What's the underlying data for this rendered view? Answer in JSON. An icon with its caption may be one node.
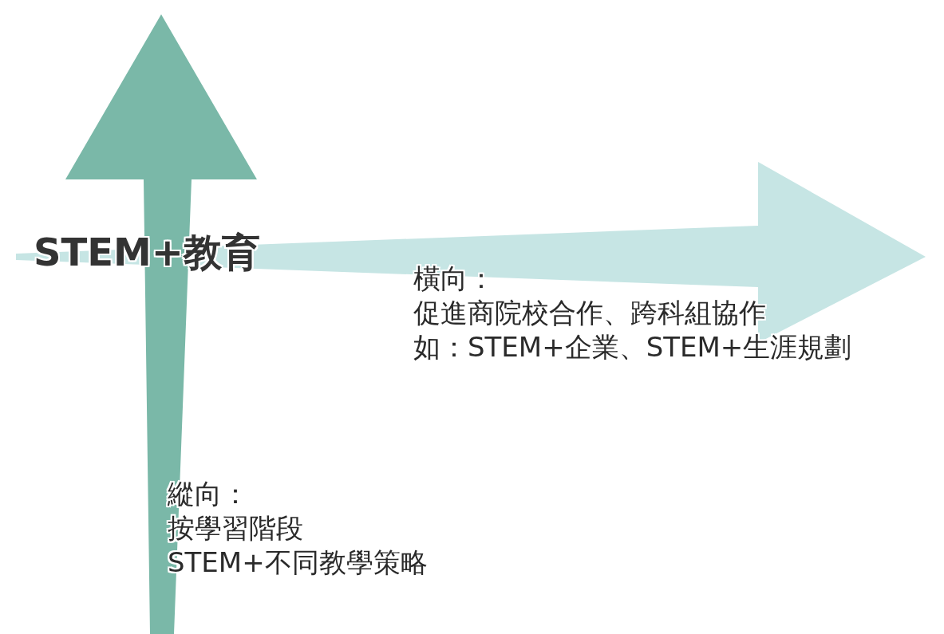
{
  "diagram": {
    "labels": [
      "STEM+教育",
      "橫向：",
      "促進商院校合作、跨科組協作",
      "如：STEM+企業、STEM+生涯規劃",
      "縱向：",
      "按學習階段",
      "STEM+不同教學策略"
    ]
  }
}
